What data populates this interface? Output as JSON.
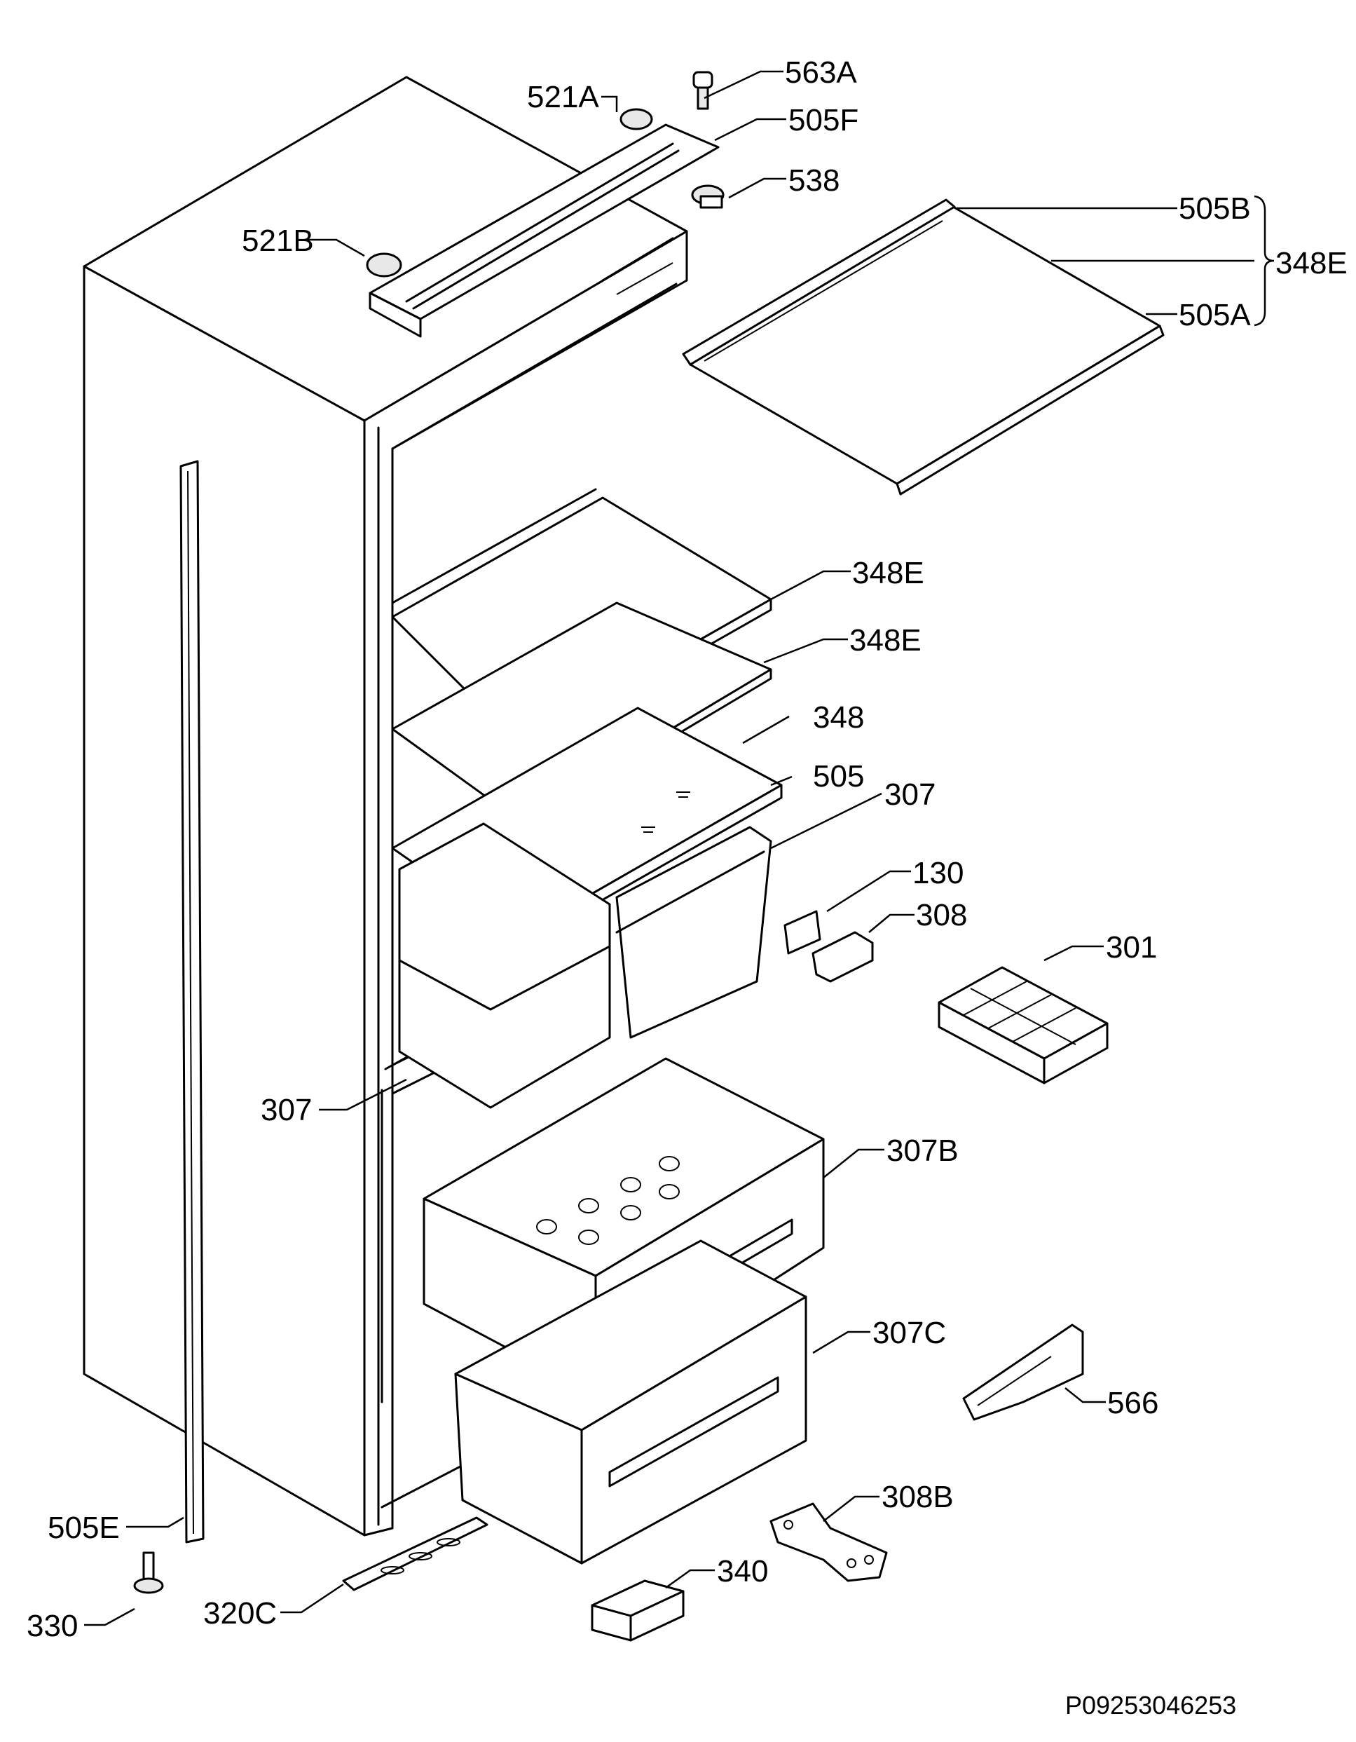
{
  "diagram": {
    "drawing_code": "P09253046253",
    "labels": {
      "l563a": "563A",
      "l521a": "521A",
      "l505f": "505F",
      "l538": "538",
      "l521b": "521B",
      "l505b": "505B",
      "l348e_top": "348E",
      "l505a": "505A",
      "l348e_1": "348E",
      "l348e_2": "348E",
      "l348": "348",
      "l505": "505",
      "l307_a": "307",
      "l130": "130",
      "l308": "308",
      "l301": "301",
      "l307_b": "307",
      "l307b": "307B",
      "l307c": "307C",
      "l566": "566",
      "l308b": "308B",
      "l505e": "505E",
      "l340": "340",
      "l330": "330",
      "l320c": "320C"
    }
  }
}
